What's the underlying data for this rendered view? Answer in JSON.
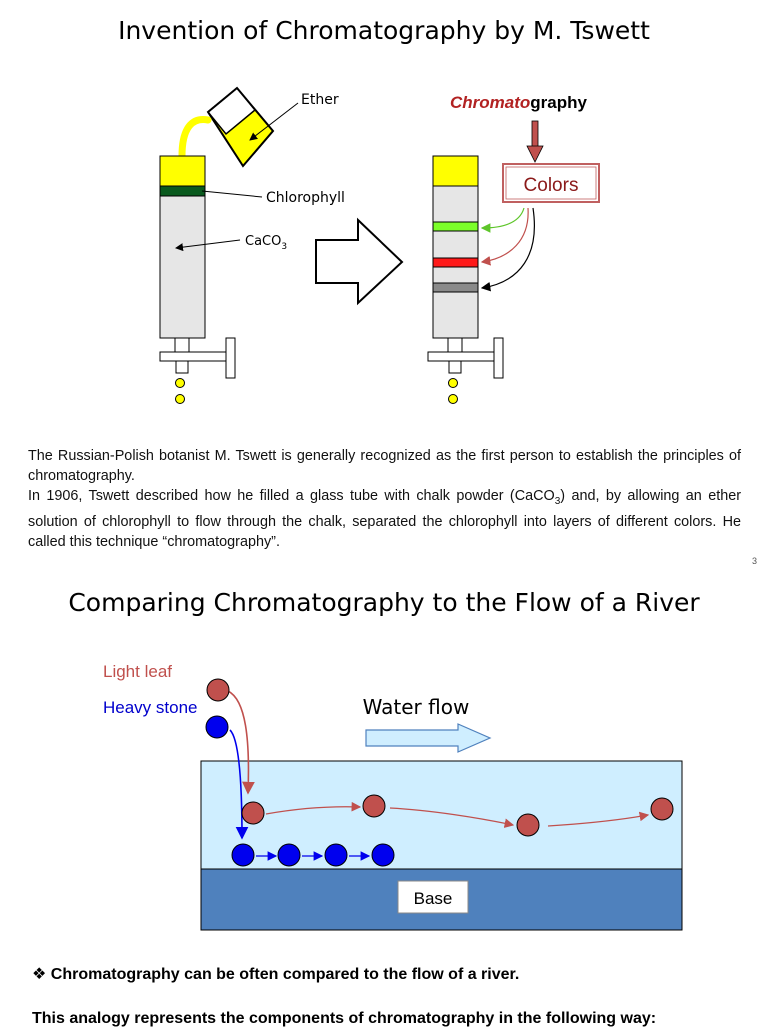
{
  "slide1": {
    "title": "Invention of Chromatography by M. Tswett",
    "labels": {
      "ether": "Ether",
      "chlorophyll": "Chlorophyll",
      "caco3_main": "CaCO",
      "caco3_sub": "3",
      "chromato": "Chromato",
      "graphy": "graphy",
      "colors": "Colors"
    },
    "colors": {
      "yellow": "#ffff00",
      "chlorophyll_band": "#0a5a1e",
      "green_band": "#7cff2a",
      "red_band": "#ff1a1a",
      "gray_band": "#8a8a8a",
      "column": "#e6e6e6",
      "chromato_red": "#b22222",
      "colors_box_border": "#c06060"
    },
    "paragraph_lines": {
      "p1": "The Russian-Polish botanist M. Tswett is generally recognized as the first person to establish the principles of chromatography.",
      "p2_a": "In 1906, Tswett described how he filled a glass tube with chalk powder (CaCO",
      "p2_sub": "3",
      "p2_b": ") and, by allowing an ether solution of chlorophyll to flow through the chalk, separated the chlorophyll into layers of different colors. He called this technique “chromatography”."
    },
    "page_number": "3"
  },
  "slide2": {
    "title": "Comparing Chromatography to the Flow of a River",
    "labels": {
      "light_leaf": "Light leaf",
      "heavy_stone": "Heavy stone",
      "water_flow": "Water flow",
      "base": "Base"
    },
    "colors": {
      "leaf": "#c0504d",
      "stone": "#0000ee",
      "water": "#cfeeff",
      "base": "#4f81bd"
    },
    "bullet": "Chromatography can be often compared to the flow of a river.",
    "analogy_text": "This analogy represents the components of chromatography in the following way:"
  }
}
